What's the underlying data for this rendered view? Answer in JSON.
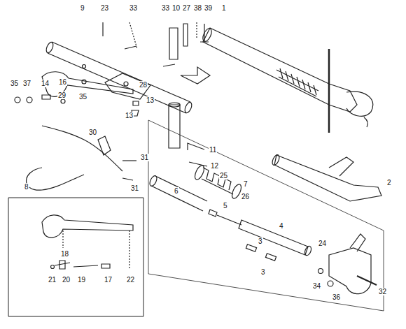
{
  "diagram": {
    "labels": [
      "9",
      "23",
      "33",
      "33",
      "10",
      "27",
      "38",
      "39",
      "1",
      "35",
      "37",
      "14",
      "16",
      "29",
      "35",
      "28",
      "13",
      "13",
      "11",
      "12",
      "25",
      "7",
      "26",
      "30",
      "31",
      "31",
      "8",
      "6",
      "5",
      "4",
      "2",
      "3",
      "3",
      "24",
      "34",
      "36",
      "32",
      "18",
      "21",
      "20",
      "19",
      "17",
      "22"
    ]
  }
}
